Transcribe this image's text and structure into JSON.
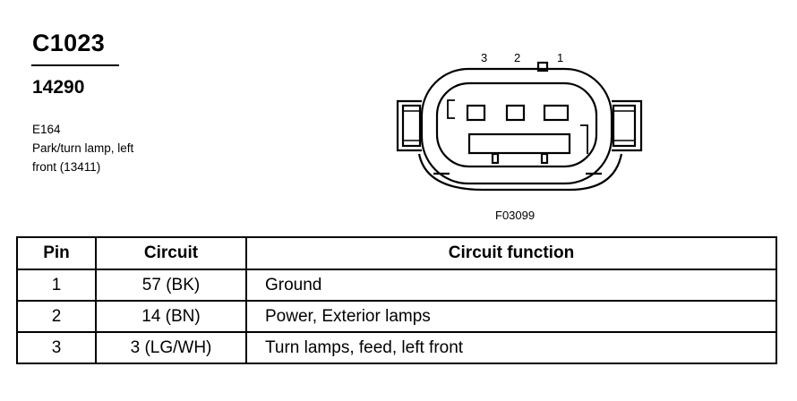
{
  "connector": {
    "id": "C1023",
    "part_number": "14290",
    "code": "E164",
    "description_line1": "Park/turn lamp, left",
    "description_line2": "front (13411)"
  },
  "diagram": {
    "pin_labels": [
      "3",
      "2",
      "1"
    ],
    "figure_id": "F03099"
  },
  "table": {
    "headers": {
      "pin": "Pin",
      "circuit": "Circuit",
      "function": "Circuit function"
    },
    "rows": [
      {
        "pin": "1",
        "circuit": "57 (BK)",
        "function": "Ground"
      },
      {
        "pin": "2",
        "circuit": "14 (BN)",
        "function": "Power, Exterior lamps"
      },
      {
        "pin": "3",
        "circuit": "3 (LG/WH)",
        "function": "Turn lamps, feed, left front"
      }
    ]
  }
}
